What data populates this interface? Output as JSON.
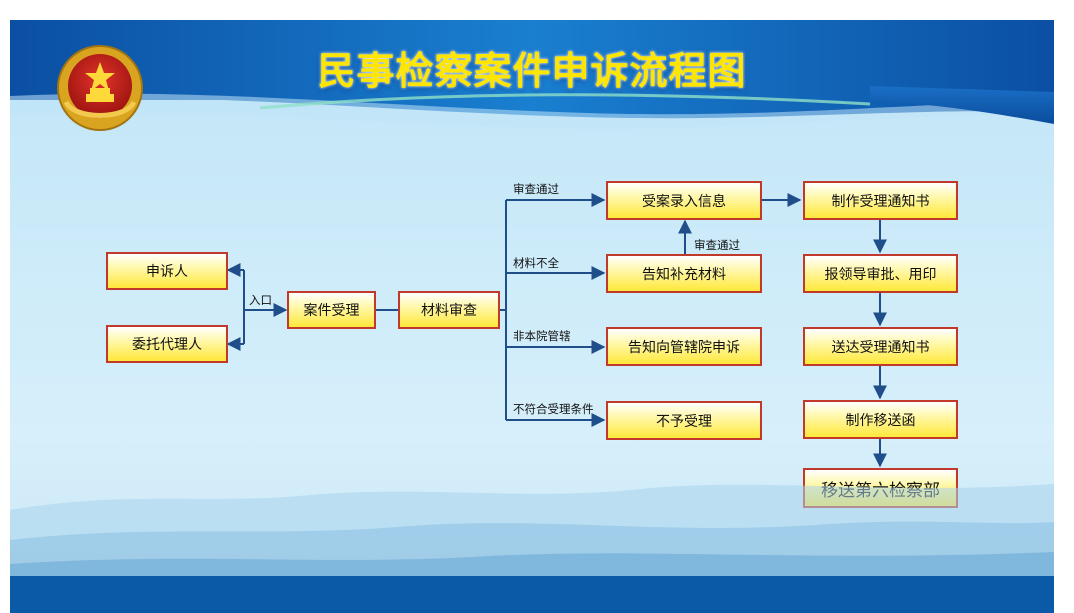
{
  "title": "民事检察案件申诉流程图",
  "nodes": {
    "applicant": "申诉人",
    "agent": "委托代理人",
    "case_accept": "案件受理",
    "material_review": "材料审查",
    "register": "受案录入信息",
    "notify_supplement": "告知补充材料",
    "notify_jurisdiction": "告知向管辖院申诉",
    "reject": "不予受理",
    "make_notice": "制作受理通知书",
    "report_approval": "报领导审批、用印",
    "deliver_notice": "送达受理通知书",
    "make_transfer": "制作移送函",
    "transfer_dept6": "移送第六检察部"
  },
  "edge_labels": {
    "entrance": "入口",
    "passed_top": "审查通过",
    "incomplete": "材料不全",
    "not_jurisdiction": "非本院管辖",
    "not_qualified": "不符合受理条件",
    "passed_supplement": "审查通过"
  },
  "colors": {
    "box_border": "#c0392b",
    "box_fill": "#ffe83a",
    "arrow": "#1f4e8a",
    "title": "#ffe600",
    "header_blue": "#0d5db0"
  }
}
